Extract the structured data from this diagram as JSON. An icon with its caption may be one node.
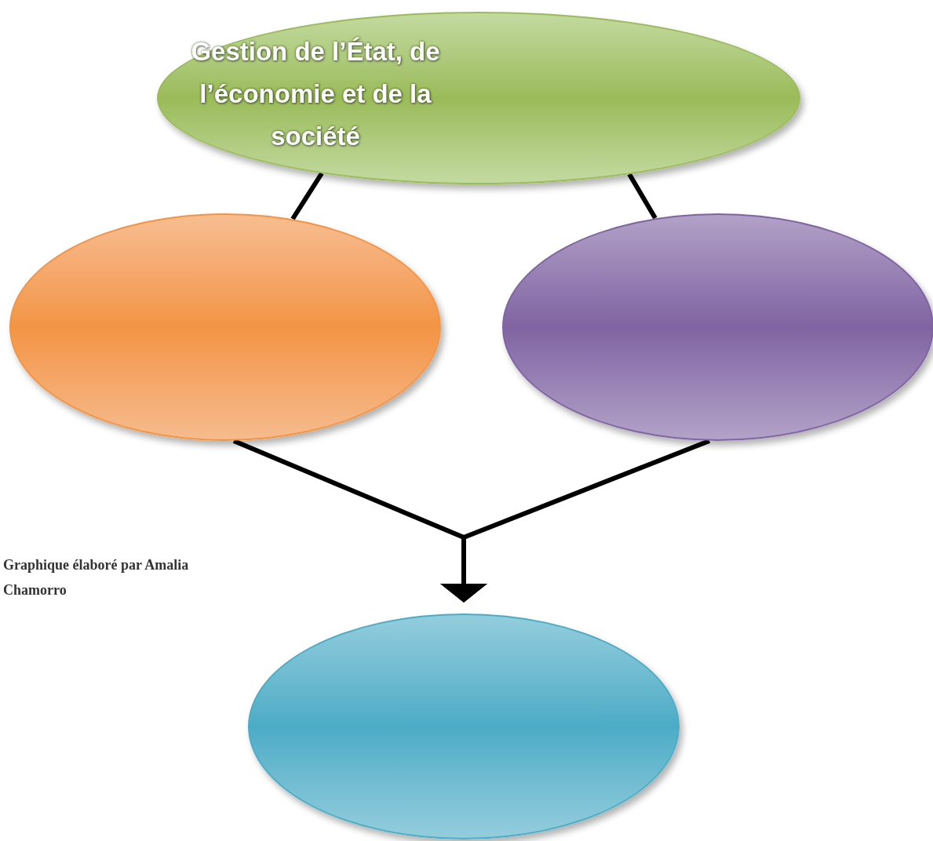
{
  "diagram": {
    "nodes": [
      {
        "text": [
          "Gestion de l’État, de l’économie et de la société"
        ]
      },
      {
        "text": [],
        "shape": "ellipse"
      },
      {
        "text": [],
        "shape": "ellipse"
      },
      {
        "text": [],
        "shape": "ellipse"
      }
    ],
    "edges": [
      {
        "from": 0,
        "to": 1,
        "arrow": "none"
      },
      {
        "from": 0,
        "to": 2,
        "arrow": "none"
      },
      {
        "from": 1,
        "to": 3,
        "arrow": "to"
      },
      {
        "from": 2,
        "to": 3,
        "arrow": "to"
      }
    ],
    "labels": [
      "Graphique élaboré par Amalia Chamorro"
    ]
  }
}
